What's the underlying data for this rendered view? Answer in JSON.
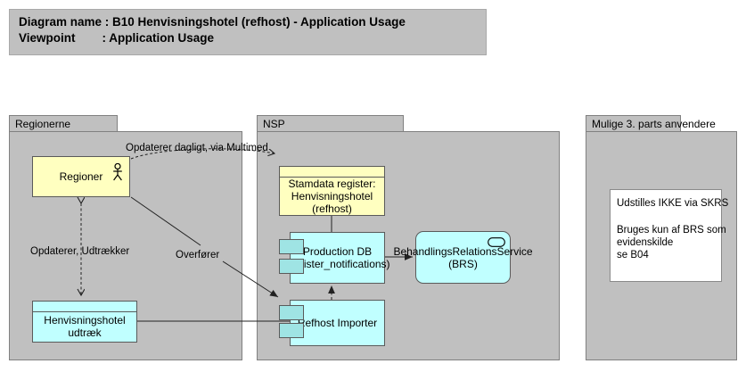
{
  "header": {
    "line1": "Diagram name : B10 Henvisningshotel (refhost) - Application Usage",
    "line2": "Viewpoint        : Application Usage"
  },
  "groups": [
    {
      "id": "regionerne",
      "label": "Regionerne"
    },
    {
      "id": "nsp",
      "label": "NSP"
    },
    {
      "id": "third",
      "label": "Mulige 3. parts anvendere"
    }
  ],
  "nodes": {
    "regioner": {
      "label": "Regioner",
      "icon": "actor-icon",
      "color": "#ffffc0"
    },
    "stamdata": {
      "label": "Stamdata register: Henvisningshotel (refhost)",
      "color": "#ffffc0"
    },
    "henvudtraek": {
      "label": "Henvisningshotel udtræk",
      "color": "#c0ffff"
    },
    "production": {
      "label": "Production DB (register_notifications)",
      "color": "#c0ffff"
    },
    "refhost": {
      "label": "Refhost Importer",
      "color": "#c0ffff"
    },
    "brs": {
      "label": "BehandlingsRelationsService (BRS)",
      "icon": "service-icon",
      "color": "#c0ffff"
    }
  },
  "edge_labels": {
    "opdaterer_dagligt": "Opdaterer dagligt, via Multimed",
    "opdaterer_udtraekker": "Opdaterer, Udtrækker",
    "overfoerer": "Overfører"
  },
  "note": {
    "line1": "Udstilles IKKE via SKRS",
    "line2": "Bruges kun af BRS som",
    "line3": "evidenskilde",
    "line4": "se B04"
  },
  "colors": {
    "group_fill": "#c0c0c0",
    "group_border": "#808080",
    "yellow": "#ffffc0",
    "cyan": "#c0ffff",
    "tab_cyan": "#9fe4e4",
    "note_fill": "#ffffff",
    "line": "#222222"
  }
}
